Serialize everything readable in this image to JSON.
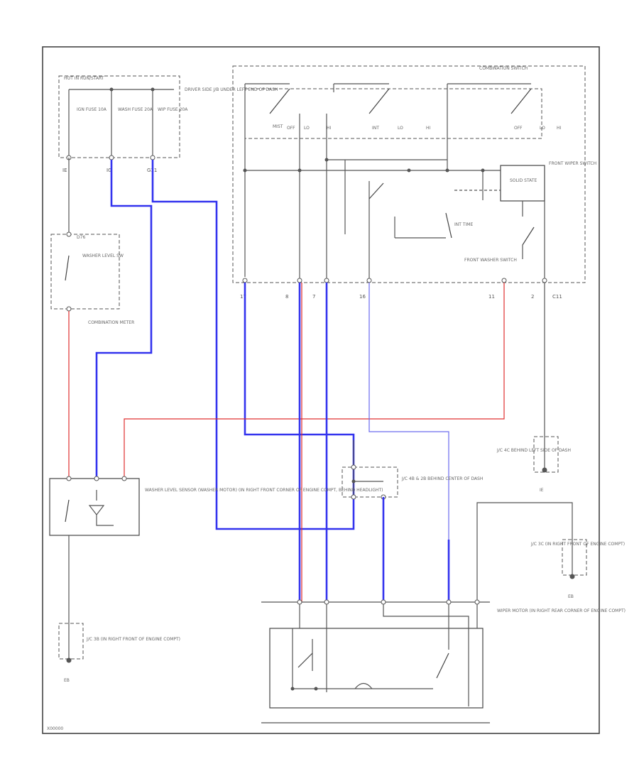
{
  "labels": {
    "hot_in_run": "HOT IN RUN/START",
    "driver_side_jb": "DRIVER SIDE J/B UNDER LEFT END OF DASH",
    "fuse_ign": "IGN FUSE 10A",
    "fuse_wash": "WASH FUSE 20A",
    "fuse_wip": "WIP FUSE 20A",
    "combination_switch": "COMBINATION SWITCH",
    "front_wiper_switch": "FRONT WIPER SWITCH",
    "solid_state": "SOLID STATE",
    "int_time": "INT TIME",
    "front_washer_switch": "FRONT WASHER SWITCH",
    "washer_level_sw": "WASHER LEVEL SW",
    "combination_meter": "COMBINATION METER",
    "washer_level_sensor": "WASHER LEVEL SENSOR (WASHER MOTOR) (IN RIGHT FRONT CORNER OF ENGINE COMPT, BEHIND HEADLIGHT)",
    "jc_behind_left": "J/C 4C BEHIND LEFT SIDE OF DASH",
    "jc_behind_center": "J/C 4B & 2B BEHIND CENTER OF DASH",
    "jc_right_front_top": "J/C 3C (IN RIGHT FRONT OF ENGINE COMPT)",
    "jc_right_front_bottom": "J/C 3B (IN RIGHT FRONT OF ENGINE COMPT)",
    "wiper_motor": "WIPER MOTOR (IN RIGHT REAR CORNER OF ENGINE COMPT)",
    "ground_ie": "IE",
    "ground_eb_top": "EB",
    "ground_eb_bottom": "EB",
    "footer_code": "X00000"
  },
  "pins": {
    "sw_17": "17",
    "sw_8": "8",
    "sw_7": "7",
    "sw_16": "16",
    "sw_11": "11",
    "sw_2": "2",
    "c_ie": "IE",
    "c_ig": "IG",
    "c_ig2": "G11",
    "c_c11": "C11",
    "c_d76": "D76"
  },
  "switch_positions": {
    "mist": "MIST",
    "off": "OFF",
    "int": "INT",
    "lo": "LO",
    "hi": "HI"
  }
}
